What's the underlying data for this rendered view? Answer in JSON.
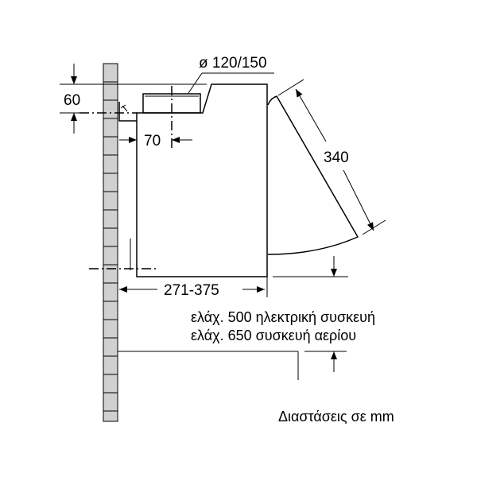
{
  "labels": {
    "duct_diameter": "ø 120/150",
    "top_offset": "60",
    "duct_offset": "70",
    "visor_length": "340",
    "depth_range": "271-375",
    "min_electric": "ελάχ. 500 ηλεκτρική συσκευή",
    "min_gas": "ελάχ. 650 συσκευή αερίου",
    "units_note": "Διαστάσεις σε mm"
  },
  "colors": {
    "wall": "#d0d0d0",
    "line": "#000000"
  }
}
